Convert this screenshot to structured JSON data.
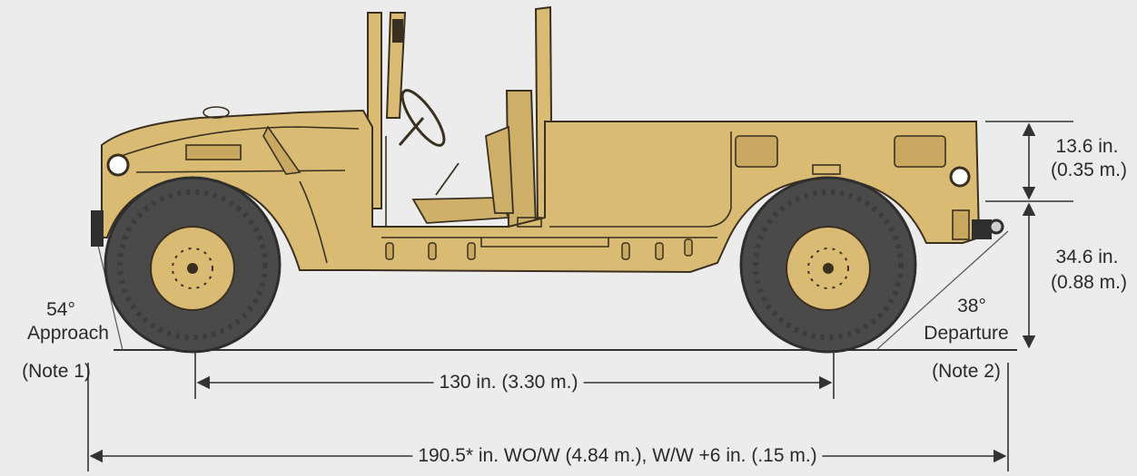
{
  "approach": {
    "angle": "54°",
    "label": "Approach",
    "note": "(Note 1)"
  },
  "departure": {
    "angle": "38°",
    "label": "Departure",
    "note": "(Note 2)"
  },
  "heights": {
    "upper": {
      "value": "13.6 in.",
      "metric": "(0.35 m.)"
    },
    "lower": {
      "value": "34.6 in.",
      "metric": "(0.88 m.)"
    }
  },
  "wheelbase": "130 in. (3.30 m.)",
  "overall_length": "190.5* in. WO/W (4.84 m.), W/W +6 in. (.15 m.)",
  "colors": {
    "body": "#d9bb74",
    "body_shade": "#c9a862",
    "outline": "#3a3020",
    "tire": "#4a4a4a",
    "tire_dark": "#2e2e2e",
    "background": "#ececec",
    "line": "#333333"
  }
}
